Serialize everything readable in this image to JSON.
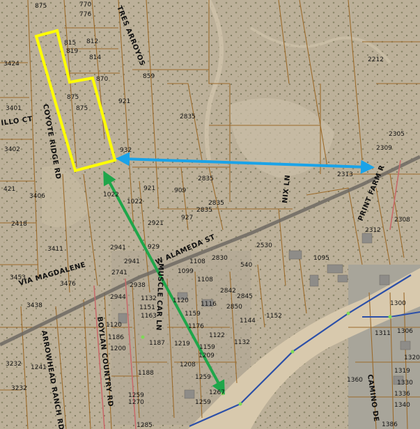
{
  "map": {
    "colors": {
      "terrain": "#b9ad95",
      "parcel_line": "#9c6a2a",
      "highlight": "#ffff00",
      "arrow_blue": "#1aa3e8",
      "arrow_green": "#1fa64a",
      "road": "#6e6a63",
      "water_line": "#2b4fa8",
      "wash": "#d8c9ad"
    },
    "streets": {
      "tres_arroyos": "TRES ARROYOS",
      "millo_ct": "ILLO CT",
      "coyote_ridge": "COYOTE RIDGE RD",
      "w_alameda": "W ALAMEDA ST",
      "muscle_car": "MUSCLE CAR LN",
      "boylan_country": "BOYLAN COUNTRY RD",
      "arrowhead_ranch": "ARROWHEAD RANCH RD",
      "via_magdalene": "VIA MAGDALENE",
      "nix_ln": "NIX LN",
      "prince_farm": "PRINT FARM R",
      "camino": "CAMINO DE"
    },
    "parcels": [
      {
        "id": "p875a",
        "label": "875"
      },
      {
        "id": "p776",
        "label": "776"
      },
      {
        "id": "p770",
        "label": "770"
      },
      {
        "id": "p815",
        "label": "815"
      },
      {
        "id": "p812",
        "label": "812"
      },
      {
        "id": "p819",
        "label": "819"
      },
      {
        "id": "p814",
        "label": "814"
      },
      {
        "id": "p870",
        "label": "870"
      },
      {
        "id": "p859",
        "label": "859"
      },
      {
        "id": "p875b",
        "label": "875"
      },
      {
        "id": "p875c",
        "label": "875"
      },
      {
        "id": "p921a",
        "label": "921"
      },
      {
        "id": "p2835a",
        "label": "2835"
      },
      {
        "id": "p932",
        "label": "932"
      },
      {
        "id": "p2835b",
        "label": "2835"
      },
      {
        "id": "p3424",
        "label": "3424"
      },
      {
        "id": "p3401",
        "label": "3401"
      },
      {
        "id": "p3402",
        "label": "3402"
      },
      {
        "id": "p421",
        "label": "421"
      },
      {
        "id": "p3406",
        "label": "3406"
      },
      {
        "id": "p2418",
        "label": "2418"
      },
      {
        "id": "p3411",
        "label": "3411"
      },
      {
        "id": "p3453",
        "label": "3453"
      },
      {
        "id": "p3476",
        "label": "3476"
      },
      {
        "id": "p3438",
        "label": "3438"
      },
      {
        "id": "p921b",
        "label": "921"
      },
      {
        "id": "p1022a",
        "label": "1022"
      },
      {
        "id": "p1022b",
        "label": "1022"
      },
      {
        "id": "p909",
        "label": "909"
      },
      {
        "id": "p2835c",
        "label": "2835"
      },
      {
        "id": "p2835d",
        "label": "2835"
      },
      {
        "id": "p927",
        "label": "927"
      },
      {
        "id": "p2921",
        "label": "2921"
      },
      {
        "id": "p2941a",
        "label": "2941"
      },
      {
        "id": "p929",
        "label": "929"
      },
      {
        "id": "p2941b",
        "label": "2941"
      },
      {
        "id": "p2741",
        "label": "2741"
      },
      {
        "id": "p1108a",
        "label": "1108"
      },
      {
        "id": "p2830",
        "label": "2830"
      },
      {
        "id": "p1099",
        "label": "1099"
      },
      {
        "id": "p1108b",
        "label": "1108"
      },
      {
        "id": "p2530",
        "label": "2530"
      },
      {
        "id": "p540",
        "label": "540"
      },
      {
        "id": "p1095",
        "label": "1095"
      },
      {
        "id": "p2938",
        "label": "2938"
      },
      {
        "id": "p1132",
        "label": "1132"
      },
      {
        "id": "p2944",
        "label": "2944"
      },
      {
        "id": "p1151",
        "label": "1151"
      },
      {
        "id": "p1163",
        "label": "1163"
      },
      {
        "id": "p1120a",
        "label": "1120"
      },
      {
        "id": "p1116",
        "label": "1116"
      },
      {
        "id": "p2842",
        "label": "2842"
      },
      {
        "id": "p2845",
        "label": "2845"
      },
      {
        "id": "p2850",
        "label": "2850"
      },
      {
        "id": "p1159",
        "label": "1159"
      },
      {
        "id": "p1144",
        "label": "1144"
      },
      {
        "id": "p1152",
        "label": "1152"
      },
      {
        "id": "p1120b",
        "label": "1120"
      },
      {
        "id": "p1176",
        "label": "1176"
      },
      {
        "id": "p1122",
        "label": "1122"
      },
      {
        "id": "p1187",
        "label": "1187"
      },
      {
        "id": "p1219",
        "label": "1219"
      },
      {
        "id": "p1132b",
        "label": "1132"
      },
      {
        "id": "p1186",
        "label": "1186"
      },
      {
        "id": "p1200",
        "label": "1200"
      },
      {
        "id": "p1209",
        "label": "1209"
      },
      {
        "id": "p1159b",
        "label": "1159"
      },
      {
        "id": "p1208",
        "label": "1208"
      },
      {
        "id": "p1188",
        "label": "1188"
      },
      {
        "id": "p1259a",
        "label": "1259"
      },
      {
        "id": "p1267",
        "label": "1267"
      },
      {
        "id": "p1259b",
        "label": "1259"
      },
      {
        "id": "p1259c",
        "label": "1259"
      },
      {
        "id": "p1270",
        "label": "1270"
      },
      {
        "id": "p1285",
        "label": "1285"
      },
      {
        "id": "p3232a",
        "label": "3232"
      },
      {
        "id": "p1241",
        "label": "1241"
      },
      {
        "id": "p3232b",
        "label": "3232"
      },
      {
        "id": "p2212",
        "label": "2212"
      },
      {
        "id": "p2305",
        "label": "2305"
      },
      {
        "id": "p2309",
        "label": "2309"
      },
      {
        "id": "p2313",
        "label": "2313"
      },
      {
        "id": "p2312",
        "label": "2312"
      },
      {
        "id": "p2308",
        "label": "2308"
      },
      {
        "id": "p1300",
        "label": "1300"
      },
      {
        "id": "p1311",
        "label": "1311"
      },
      {
        "id": "p1306",
        "label": "1306"
      },
      {
        "id": "p1320",
        "label": "1320"
      },
      {
        "id": "p1319",
        "label": "1319"
      },
      {
        "id": "p1330",
        "label": "1330"
      },
      {
        "id": "p1360",
        "label": "1360"
      },
      {
        "id": "p1336",
        "label": "1336"
      },
      {
        "id": "p1340",
        "label": "1340"
      },
      {
        "id": "p1386",
        "label": "1386"
      }
    ]
  }
}
